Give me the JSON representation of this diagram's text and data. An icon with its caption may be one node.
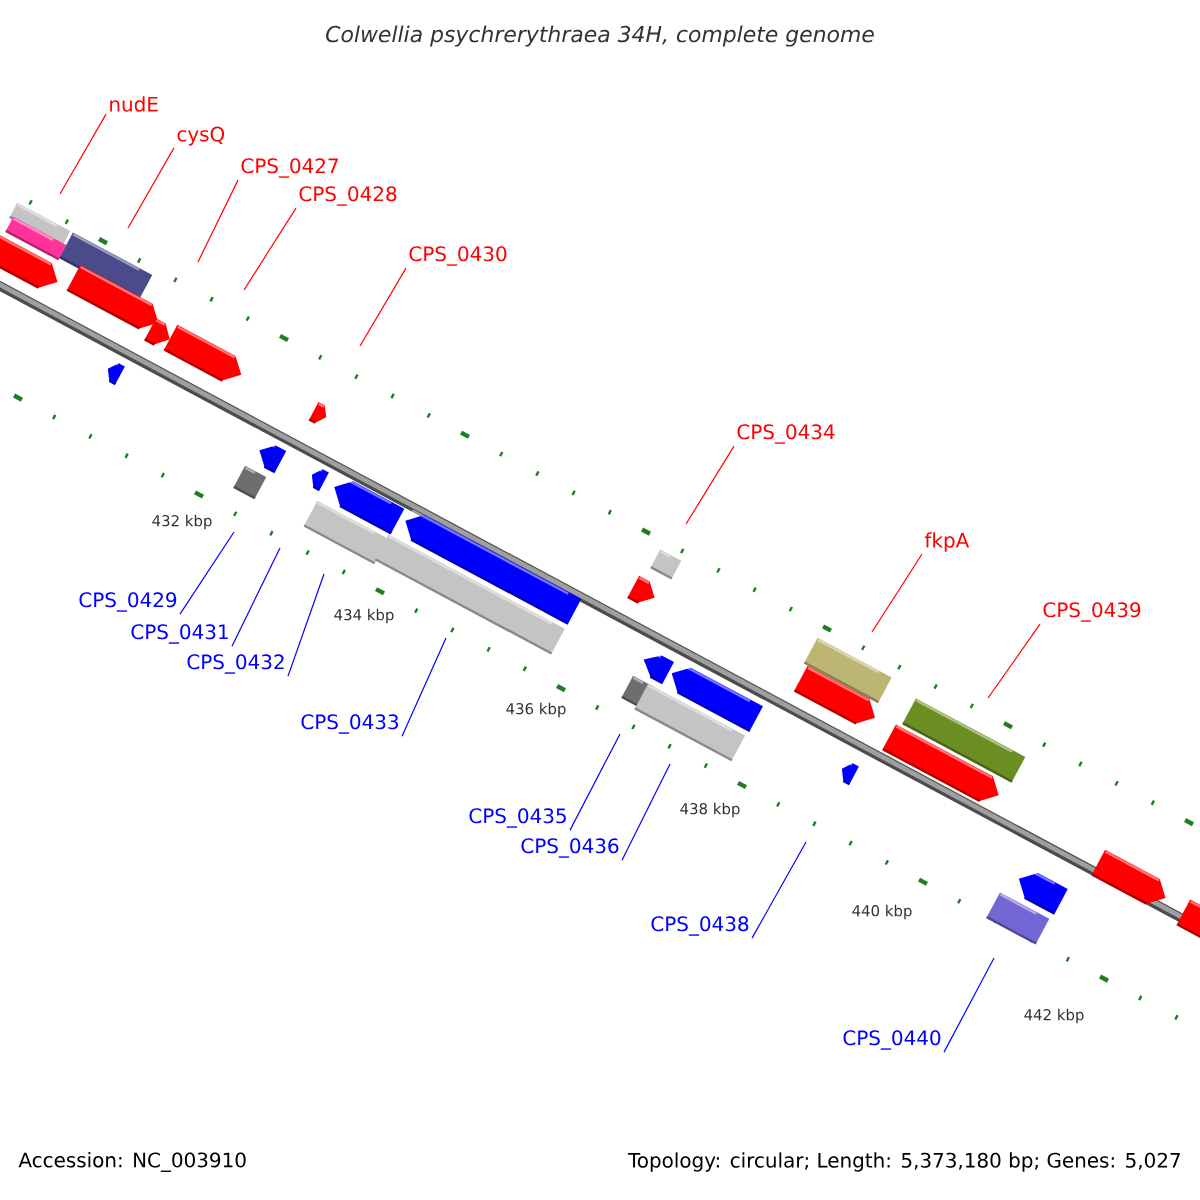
{
  "diagram": {
    "title": "Colwellia psychrerythraea 34H, complete genome",
    "nodes": [
      {
        "text": [
          "nudE"
        ]
      },
      {
        "text": [
          "cysQ"
        ]
      },
      {
        "text": [
          "CPS_0427"
        ]
      },
      {
        "text": [
          "CPS_0428"
        ]
      },
      {
        "text": [
          "CPS_0430"
        ]
      },
      {
        "text": [
          "CPS_0434"
        ]
      },
      {
        "text": [
          "fkpA"
        ]
      },
      {
        "text": [
          "CPS_0429"
        ]
      },
      {
        "text": [
          "CPS_0439"
        ]
      },
      {
        "text": [
          "CPS_0431"
        ]
      },
      {
        "text": [
          "CPS_0432"
        ]
      },
      {
        "text": [
          "CPS_0433"
        ]
      },
      {
        "text": [
          "CPS_0435"
        ]
      },
      {
        "text": [
          "CPS_0436"
        ]
      },
      {
        "text": [
          "CPS_0438"
        ]
      },
      {
        "text": [
          "CPS_0440"
        ]
      }
    ],
    "edges": [
      {
        "from": 0,
        "to": null,
        "arrow": "none",
        "color": "#ff0000"
      },
      {
        "from": 1,
        "to": null,
        "arrow": "none",
        "color": "#ff0000"
      },
      {
        "from": 2,
        "to": null,
        "arrow": "none",
        "color": "#ff0000"
      },
      {
        "from": 3,
        "to": null,
        "arrow": "none",
        "color": "#ff0000"
      },
      {
        "from": 4,
        "to": null,
        "arrow": "none",
        "color": "#ff0000"
      },
      {
        "from": 5,
        "to": null,
        "arrow": "none",
        "color": "#ff0000"
      },
      {
        "from": 6,
        "to": null,
        "arrow": "none",
        "color": "#ff0000"
      },
      {
        "from": 7,
        "to": null,
        "arrow": "none",
        "color": "#0000ff"
      },
      {
        "from": 8,
        "to": null,
        "arrow": "none",
        "color": "#ff0000"
      },
      {
        "from": 9,
        "to": null,
        "arrow": "none",
        "color": "#0000ff"
      },
      {
        "from": 10,
        "to": null,
        "arrow": "none",
        "color": "#0000ff"
      },
      {
        "from": 11,
        "to": null,
        "arrow": "none",
        "color": "#0000ff"
      },
      {
        "from": 12,
        "to": null,
        "arrow": "none",
        "color": "#0000ff"
      },
      {
        "from": 13,
        "to": null,
        "arrow": "none",
        "color": "#0000ff"
      },
      {
        "from": 14,
        "to": null,
        "arrow": "none",
        "color": "#0000ff"
      },
      {
        "from": 15,
        "to": null,
        "arrow": "none",
        "color": "#0000ff"
      }
    ],
    "labels": [
      "432 kbp",
      "434 kbp",
      "436 kbp",
      "438 kbp",
      "440 kbp",
      "442 kbp",
      "Accession: NC_003910",
      "Topology: circular; Length: 5,373,180 bp; Genes: 5,027"
    ]
  }
}
